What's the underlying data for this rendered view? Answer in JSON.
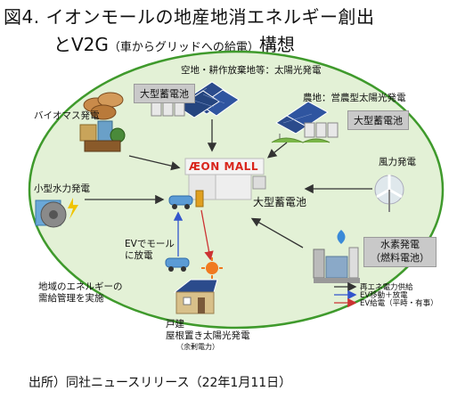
{
  "title": {
    "line1": "図4. イオンモールの地産地消エネルギー創出",
    "line2_main": "とV2G",
    "line2_paren": "（車からグリッドへの給電）",
    "line2_end": "構想"
  },
  "labels": {
    "solar_field": "空地・耕作放棄地等：太陽光発電",
    "storage_a": "大型蓄電池",
    "agri_solar": "農地：営農型太陽光発電",
    "storage_b": "大型蓄電池",
    "biomass": "バイオマス発電",
    "wind": "風力発電",
    "small_hydro": "小型水力発電",
    "mall_logo": "ÆON MALL",
    "mall_storage": "大型蓄電池",
    "ev_discharge_1": "EVでモール",
    "ev_discharge_2": "に放電",
    "hydrogen_1": "水素発電",
    "hydrogen_2": "（燃料電池）",
    "local_mgmt_1": "地域のエネルギーの",
    "local_mgmt_2": "需給管理を実施",
    "house_1": "戸建",
    "house_2": "屋根置き太陽光発電",
    "house_3": "（余剰電力）"
  },
  "legend": [
    {
      "text": "再エネ電力供給",
      "color": "#333333"
    },
    {
      "text": "EV移動＋放電",
      "color": "#3355cc"
    },
    {
      "text": "EV給電（平時・有事）",
      "color": "#cc3333"
    }
  ],
  "source": "出所）同社ニュースリリース（22年1月11日）",
  "colors": {
    "ellipse_fill": "#e3f1d6",
    "ellipse_stroke": "#3f9a2c",
    "arrow_black": "#333333",
    "arrow_blue": "#3355cc",
    "arrow_red": "#cc3333",
    "mall_red": "#d9261c",
    "label_box": "#c9c9c9"
  }
}
